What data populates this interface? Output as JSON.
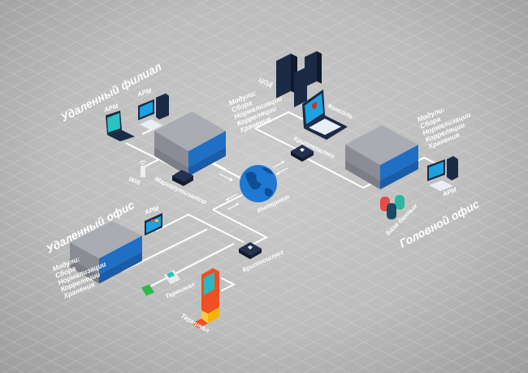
{
  "regions": {
    "branch": "Удаленный филиал",
    "remote_office": "Удаленный офис",
    "head_office": "Головной офис"
  },
  "modules": {
    "title": "Модули:",
    "lines": [
      "Сбора",
      "Нормализации",
      "Корреляции",
      "Хранения"
    ]
  },
  "labels": {
    "arm": "АРМ",
    "wifi": "Wifi",
    "router": "Маршрутизатор",
    "internet": "Интернет",
    "cod": "ЦОД",
    "console": "Консоль",
    "crypto": "Криптошлюз",
    "database": "База данных",
    "terminal": "Терминал"
  },
  "colors": {
    "server_blue": "#1f6fc4",
    "dark_navy": "#1b2a45",
    "screen": "#1aa3e0",
    "kiosk": "#f04e23"
  }
}
